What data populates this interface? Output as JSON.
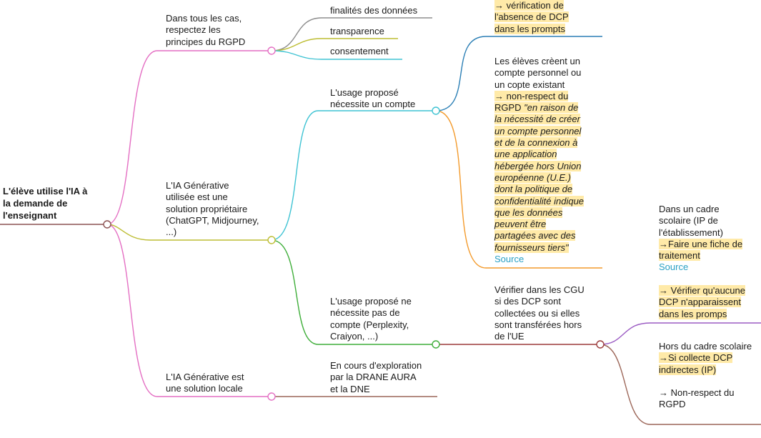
{
  "colors": {
    "pink": "#e46fc3",
    "olive": "#bdbd33",
    "cyan": "#3fc3d3",
    "grey": "#8d8d8d",
    "blue": "#2b7fb5",
    "orange": "#f39a2b",
    "green": "#3fae3a",
    "darkred": "#9b3a3a",
    "purple": "#9b5bc3",
    "brown": "#9c6658",
    "rootline": "#8b5151",
    "highlight": "#ffeaa8",
    "source": "#2aa0c4"
  },
  "root": {
    "lines": [
      "L'élève utilise l'IA à",
      "la demande de",
      "l'enseignant"
    ]
  },
  "rgpd": {
    "lines": [
      "Dans tous les cas,",
      "respectez les",
      "principes du RGPD"
    ],
    "children": [
      "finalités des données",
      "transparence",
      "consentement"
    ]
  },
  "generative": {
    "lines": [
      "L'IA Générative",
      "utilisée est une",
      "solution propriétaire",
      "(ChatGPT, Midjourney,",
      "...)"
    ]
  },
  "local": {
    "lines": [
      "L'IA Générative est",
      "une solution locale"
    ],
    "child": [
      "En cours d'exploration",
      "par la DRANE AURA",
      "et la DNE"
    ]
  },
  "with_account": {
    "lines": [
      "L'usage proposé",
      "nécessite un compte"
    ],
    "dcp_check": [
      "→ vérification de",
      "l'absence de DCP",
      "dans les prompts"
    ],
    "account_intro": [
      "Les élèves crèent un",
      "compte personnel ou",
      "un copte existant"
    ],
    "non_respect": [
      "→ non-respect du",
      "RGPD "
    ],
    "quote": [
      "\"en raison de",
      "la nécessité de créer",
      "un compte personnel",
      "et de la connexion à",
      "une application",
      "hébergée hors Union",
      "européenne (U.E.)",
      "dont la politique de",
      "confidentialité indique",
      "que les données",
      "peuvent être",
      "partagées avec des",
      "fournisseurs tiers\""
    ],
    "source": "Source"
  },
  "without_account": {
    "lines": [
      "L'usage proposé ne",
      "nécessite pas de",
      "compte (Perplexity,",
      "Craiyon, ...)"
    ],
    "verify": [
      "Vérifier dans les CGU",
      "si des DCP sont",
      "collectées ou si elles",
      "sont transférées hors",
      "de l'UE"
    ]
  },
  "school": {
    "intro": [
      "Dans un cadre",
      "scolaire (IP de",
      "l'établissement)"
    ],
    "action": [
      "→Faire une fiche de",
      "traitement"
    ],
    "source": "Source",
    "verify": [
      "→ Vérifier qu'aucune",
      "DCP n'apparaissent",
      "dans les promps"
    ]
  },
  "outside_school": {
    "intro": [
      "Hors du cadre scolaire"
    ],
    "action": [
      "→Si collecte DCP",
      "indirectes (IP)"
    ],
    "conclusion": [
      "→ Non-respect du",
      "RGPD"
    ]
  }
}
